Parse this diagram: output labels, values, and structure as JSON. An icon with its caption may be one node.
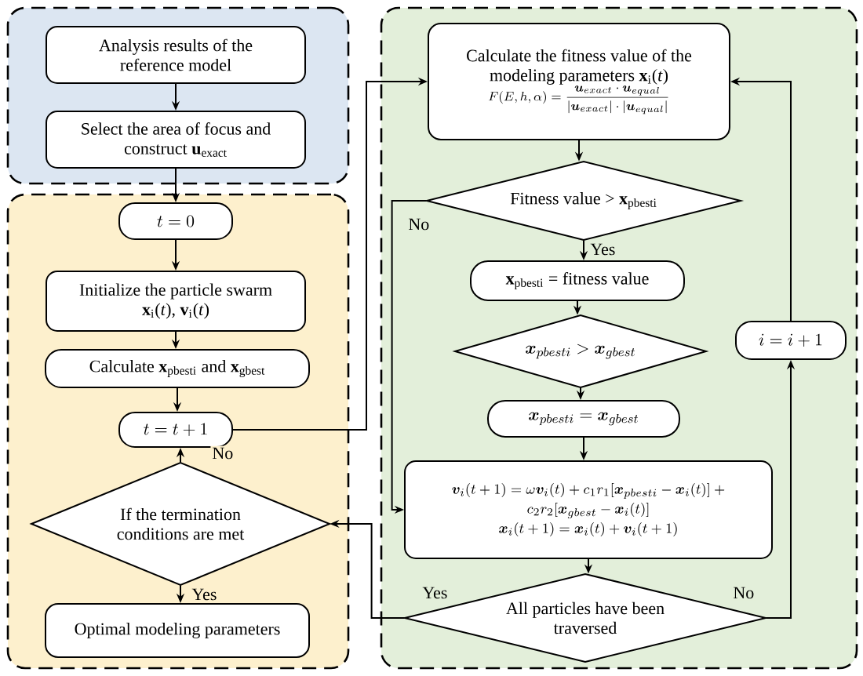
{
  "diagram": {
    "nodes": [
      {
        "text": [],
        "shape": "box"
      },
      {
        "text": [
          "Analysis results of the reference model"
        ],
        "in": 0
      },
      {
        "text": [
          "Select the area of focus and construct **u**$_{exact}$"
        ],
        "in": 0
      },
      {
        "text": [],
        "shape": "box"
      },
      {
        "text": [
          "t = 0"
        ],
        "in": 3
      },
      {
        "text": [
          "Initialize the particle swarm **x**$_{i}$(*t*), **v**$_{i}$(*t*)"
        ],
        "in": 3
      },
      {
        "text": [
          "Calculate **x**$_{pbesti}$ and **x**$_{gbest}$"
        ],
        "in": 3
      },
      {
        "text": [
          "t = t + 1"
        ],
        "in": 3
      },
      {
        "text": [
          "If the termination conditions are met"
        ],
        "in": 3
      },
      {
        "text": [
          "Optimal modeling parameters"
        ],
        "in": 3
      },
      {
        "text": [],
        "shape": "box"
      },
      {
        "text": [
          "Calculate the fitness value of the modeling parameters **x**$_{i}$(*t*)",
          "F(E,h,\\alpha)=\\frac{\\bm{u}_{exact}\\cdot\\bm{u}_{equal}}{|\\bm{u}_{exact}|\\cdot|\\bm{u}_{equal}|}"
        ],
        "in": 10
      },
      {
        "text": [
          "Fitness value > **x**$_{pbesti}$"
        ],
        "in": 10
      },
      {
        "text": [
          "**x**$_{pbesti}$ = fitness value"
        ],
        "in": 10
      },
      {
        "text": [
          "\\bm{x}_{pbesti} > \\bm{x}_{gbest}"
        ],
        "in": 10
      },
      {
        "text": [
          "\\bm{x}_{pbesti} = \\bm{x}_{gbest}"
        ],
        "in": 10
      },
      {
        "text": [
          "\\bm{v}_i(t+1) = \\omega\\bm{v}_i(t) + c_1r_1[\\bm{x}_{pbesti} - \\bm{x}_i(t)] + c_2r_2[\\bm{x}_{gbest} - \\bm{x}_i(t)]",
          "\\bm{x}_i(t+1) = \\bm{x}_i(t) + \\bm{v}_i(t+1)"
        ],
        "in": 10
      },
      {
        "text": [
          "All particles have been traversed"
        ],
        "in": 10
      },
      {
        "text": [
          "i = i + 1"
        ],
        "in": 10
      }
    ],
    "edges": [
      {
        "from": 1,
        "to": 2,
        "arrow": "to"
      },
      {
        "from": 2,
        "to": 4,
        "arrow": "to"
      },
      {
        "from": 4,
        "to": 5,
        "arrow": "to"
      },
      {
        "from": 5,
        "to": 6,
        "arrow": "to"
      },
      {
        "from": 6,
        "to": 7,
        "arrow": "to"
      },
      {
        "from": 7,
        "to": 11,
        "arrow": "to"
      },
      {
        "from": 8,
        "to": 7,
        "arrow": "to",
        "label": "No"
      },
      {
        "from": 8,
        "to": 9,
        "arrow": "to",
        "label": "Yes"
      },
      {
        "from": 11,
        "to": 12,
        "arrow": "to"
      },
      {
        "from": 12,
        "to": 13,
        "arrow": "to",
        "label": "Yes"
      },
      {
        "from": 12,
        "to": 16,
        "arrow": "to",
        "label": "No"
      },
      {
        "from": 13,
        "to": 14,
        "arrow": "to"
      },
      {
        "from": 14,
        "to": 15,
        "arrow": "to"
      },
      {
        "from": 15,
        "to": 16,
        "arrow": "to"
      },
      {
        "from": 16,
        "to": 17,
        "arrow": "to"
      },
      {
        "from": 17,
        "to": 8,
        "arrow": "to",
        "label": "Yes"
      },
      {
        "from": 17,
        "to": 18,
        "arrow": "to",
        "label": "No"
      },
      {
        "from": 18,
        "to": 11,
        "arrow": "to"
      }
    ]
  }
}
